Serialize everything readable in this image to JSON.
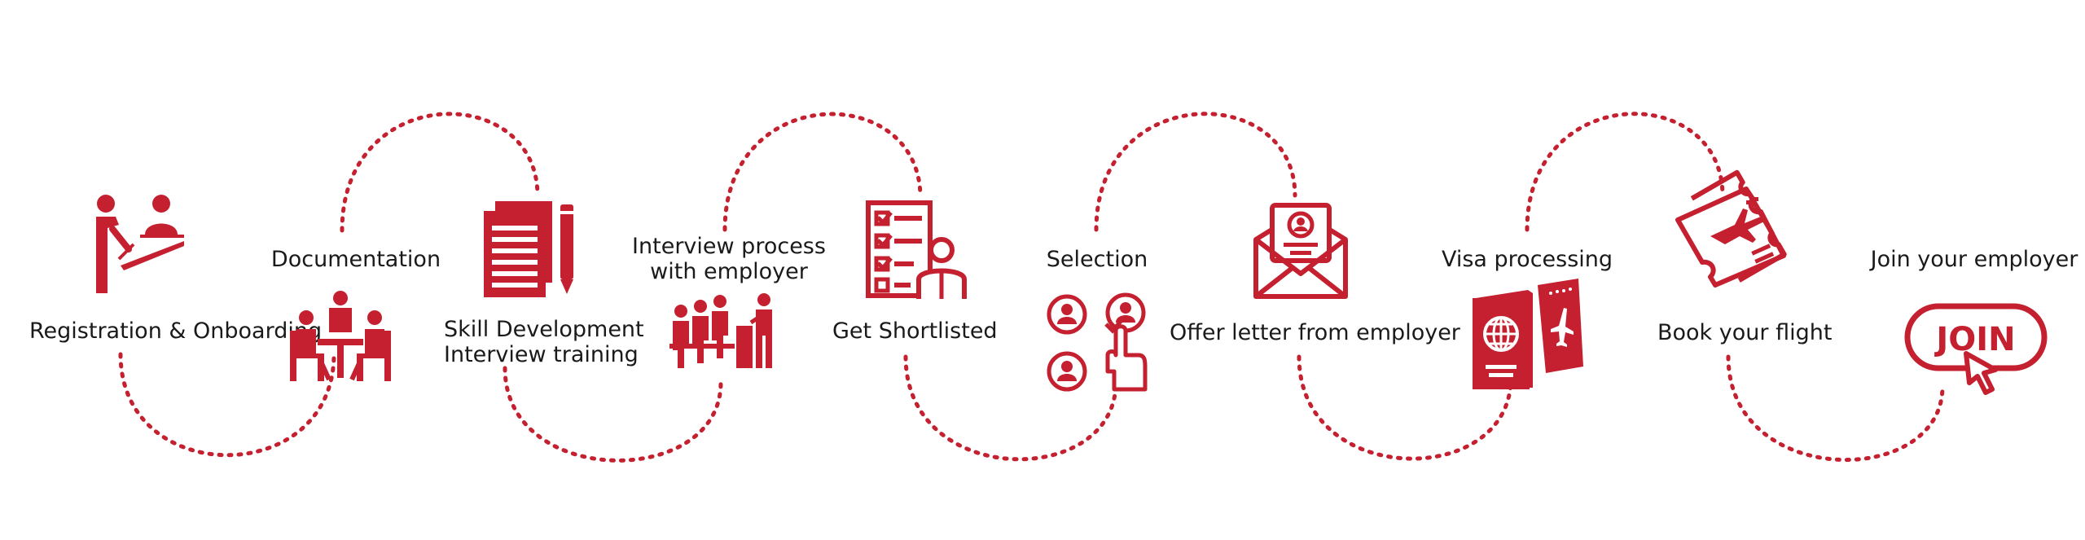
{
  "colors": {
    "accent": "#c4202f",
    "text": "#1a1a1a",
    "background": "#ffffff"
  },
  "steps": [
    {
      "id": "registration",
      "label": [
        "Registration & Onboarding"
      ],
      "icon": "receptionist-icon"
    },
    {
      "id": "documentation",
      "label": [
        "Documentation"
      ],
      "icon": "meeting-table-icon"
    },
    {
      "id": "skill",
      "label": [
        "Skill Development",
        "Interview training"
      ],
      "icon": "document-pencil-icon"
    },
    {
      "id": "interview",
      "label": [
        "Interview process",
        "with employer"
      ],
      "icon": "interview-panel-icon"
    },
    {
      "id": "shortlisted",
      "label": [
        "Get Shortlisted"
      ],
      "icon": "checklist-person-icon"
    },
    {
      "id": "selection",
      "label": [
        "Selection"
      ],
      "icon": "select-candidate-icon"
    },
    {
      "id": "offer",
      "label": [
        "Offer letter from employer"
      ],
      "icon": "offer-letter-envelope-icon"
    },
    {
      "id": "visa",
      "label": [
        "Visa processing"
      ],
      "icon": "passport-ticket-icon"
    },
    {
      "id": "flight",
      "label": [
        "Book your flight"
      ],
      "icon": "flight-ticket-icon"
    },
    {
      "id": "join",
      "label": [
        "Join your employer"
      ],
      "icon": "join-button-icon"
    }
  ],
  "join_button_text": "JOIN"
}
